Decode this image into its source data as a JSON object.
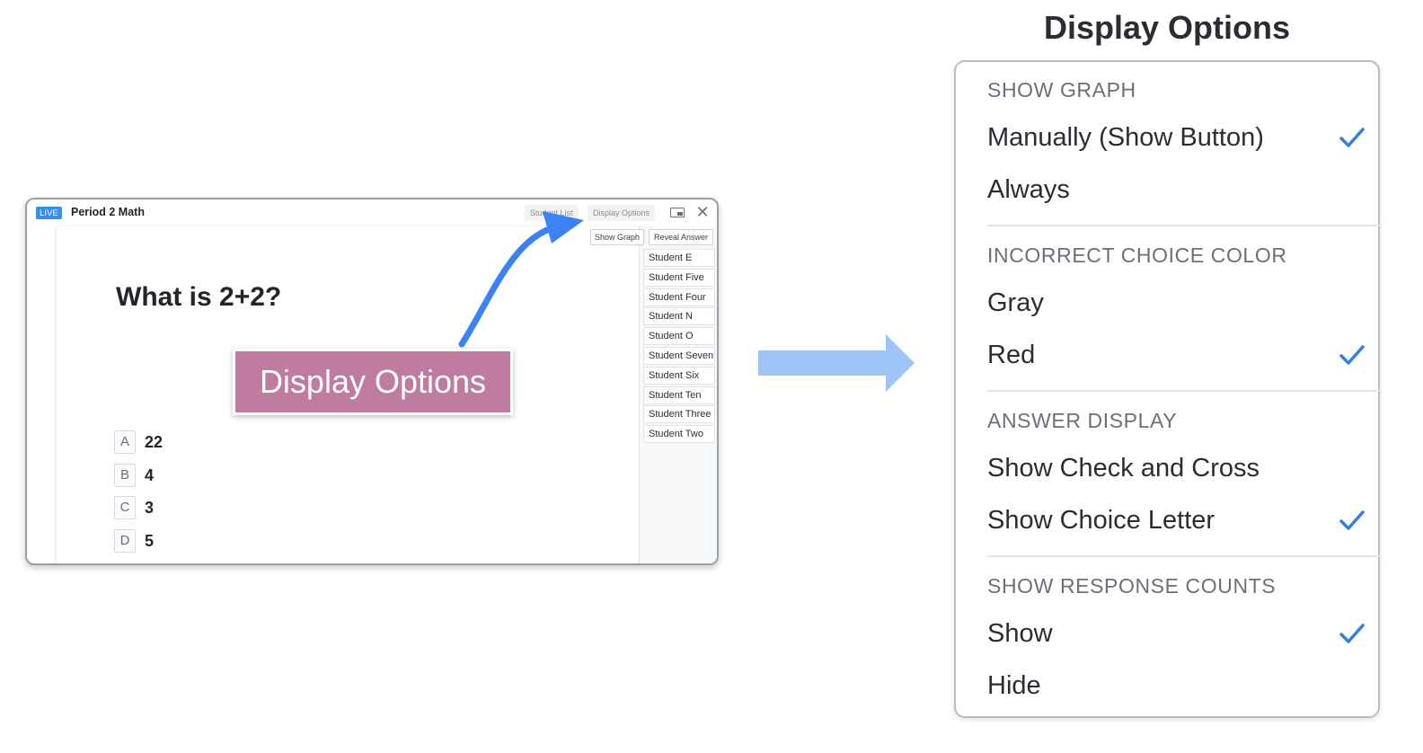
{
  "app_window": {
    "live_badge": "LIVE",
    "title": "Period 2 Math",
    "tabs": [
      "Student List",
      "Display Options"
    ],
    "icons": [
      "picture-in-picture-icon",
      "close-icon"
    ],
    "question": "What is 2+2?",
    "choices": [
      {
        "letter": "A",
        "value": "22"
      },
      {
        "letter": "B",
        "value": "4"
      },
      {
        "letter": "C",
        "value": "3"
      },
      {
        "letter": "D",
        "value": "5"
      }
    ],
    "side_buttons": {
      "show_graph": "Show Graph",
      "reveal_answer": "Reveal Answer"
    },
    "students": [
      "Student E",
      "Student Five",
      "Student Four",
      "Student N",
      "Student O",
      "Student Seven",
      "Student Six",
      "Student Ten",
      "Student Three",
      "Student Two"
    ]
  },
  "annotation": {
    "callout": "Display Options",
    "color": "#c07ba0",
    "arrow_color": "#3b82f6"
  },
  "transition_arrow_color": "#9ec3f5",
  "menu": {
    "heading": "Display Options",
    "check_color": "#2f7fe6",
    "sections": [
      {
        "title": "SHOW GRAPH",
        "options": [
          {
            "label": "Manually (Show Button)",
            "selected": true
          },
          {
            "label": "Always",
            "selected": false
          }
        ]
      },
      {
        "title": "INCORRECT CHOICE COLOR",
        "options": [
          {
            "label": "Gray",
            "selected": false
          },
          {
            "label": "Red",
            "selected": true
          }
        ]
      },
      {
        "title": "ANSWER DISPLAY",
        "options": [
          {
            "label": "Show Check and Cross",
            "selected": false
          },
          {
            "label": "Show Choice Letter",
            "selected": true
          }
        ]
      },
      {
        "title": "SHOW RESPONSE COUNTS",
        "options": [
          {
            "label": "Show",
            "selected": true
          },
          {
            "label": "Hide",
            "selected": false
          }
        ]
      }
    ]
  }
}
